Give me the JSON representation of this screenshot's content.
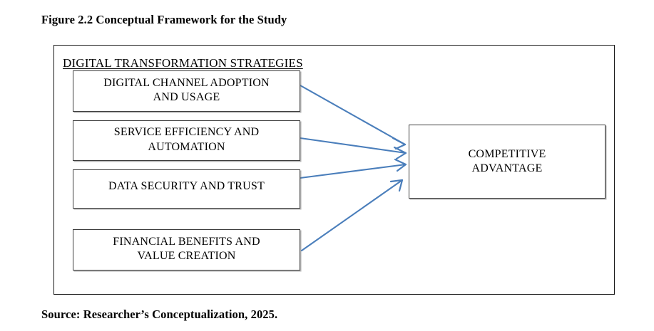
{
  "figure": {
    "title": "Figure 2.2 Conceptual Framework for the Study",
    "source": "Source: Researcher’s Conceptualization, 2025.",
    "group_label": "DIGITAL TRANSFORMATION STRATEGIES"
  },
  "colors": {
    "arrow": "#4a7ebb",
    "box_border": "#3c3c3c",
    "frame_border": "#1a1a1a",
    "text": "#000000",
    "background": "#ffffff"
  },
  "diagram": {
    "type": "conceptual-framework",
    "independent_variables": [
      {
        "id": "driver-1",
        "label": "DIGITAL CHANNEL ADOPTION\nAND USAGE"
      },
      {
        "id": "driver-2",
        "label": "SERVICE EFFICIENCY AND\nAUTOMATION"
      },
      {
        "id": "driver-3",
        "label": "DATA SECURITY AND TRUST"
      },
      {
        "id": "driver-4",
        "label": "FINANCIAL BENEFITS AND\nVALUE CREATION"
      }
    ],
    "dependent_variable": {
      "id": "outcome",
      "label": "COMPETITIVE\nADVANTAGE"
    },
    "connections": [
      {
        "from": "driver-1",
        "to": "outcome",
        "style": "arrow"
      },
      {
        "from": "driver-2",
        "to": "outcome",
        "style": "arrow"
      },
      {
        "from": "driver-3",
        "to": "outcome",
        "style": "arrow"
      },
      {
        "from": "driver-4",
        "to": "outcome",
        "style": "arrow"
      }
    ]
  }
}
